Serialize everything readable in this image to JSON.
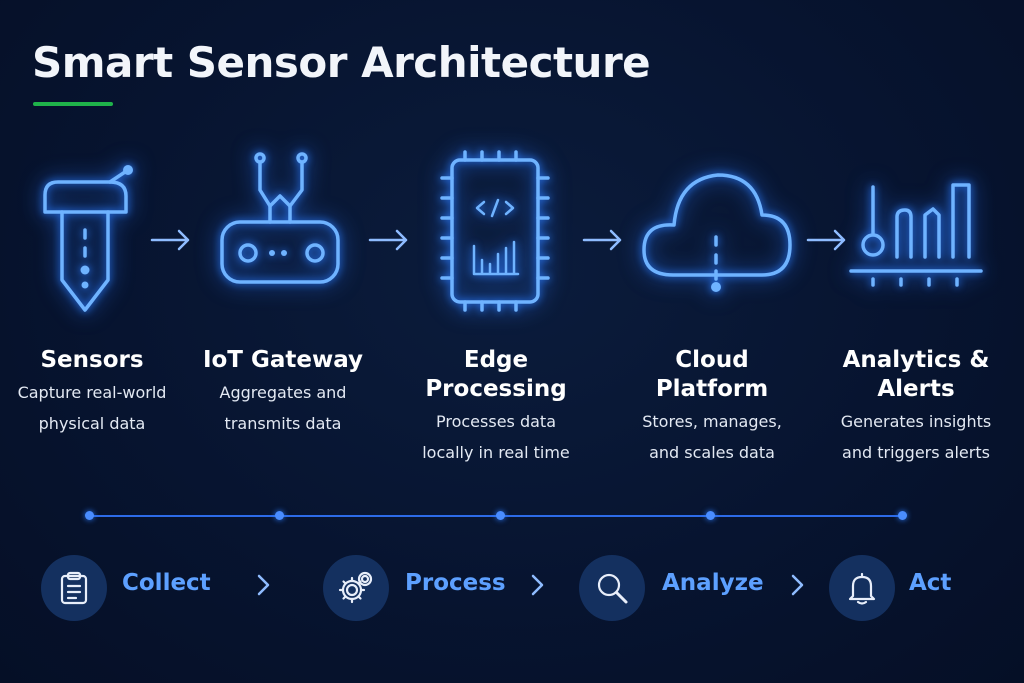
{
  "title": "Smart Sensor Architecture",
  "colors": {
    "accent_line": "#1fb34a",
    "glow_blue": "#6fb3ff",
    "step_label": "#5da0ff",
    "background": "#071430"
  },
  "stages": [
    {
      "icon": "sensor-probe-icon",
      "title_lines": [
        "Sensors"
      ],
      "desc_lines": [
        "Capture real-world",
        "physical data"
      ]
    },
    {
      "icon": "router-icon",
      "title_lines": [
        "IoT Gateway"
      ],
      "desc_lines": [
        "Aggregates and",
        "transmits data"
      ]
    },
    {
      "icon": "chip-icon",
      "title_lines": [
        "Edge",
        "Processing"
      ],
      "desc_lines": [
        "Processes data",
        "locally in real time"
      ]
    },
    {
      "icon": "cloud-icon",
      "title_lines": [
        "Cloud",
        "Platform"
      ],
      "desc_lines": [
        "Stores, manages,",
        "and scales data"
      ]
    },
    {
      "icon": "analytics-chart-icon",
      "title_lines": [
        "Analytics &",
        "Alerts"
      ],
      "desc_lines": [
        "Generates insights",
        "and triggers alerts"
      ]
    }
  ],
  "steps": [
    {
      "icon": "clipboard-icon",
      "label": "Collect"
    },
    {
      "icon": "gears-icon",
      "label": "Process"
    },
    {
      "icon": "magnifier-icon",
      "label": "Analyze"
    },
    {
      "icon": "bell-icon",
      "label": "Act"
    }
  ]
}
